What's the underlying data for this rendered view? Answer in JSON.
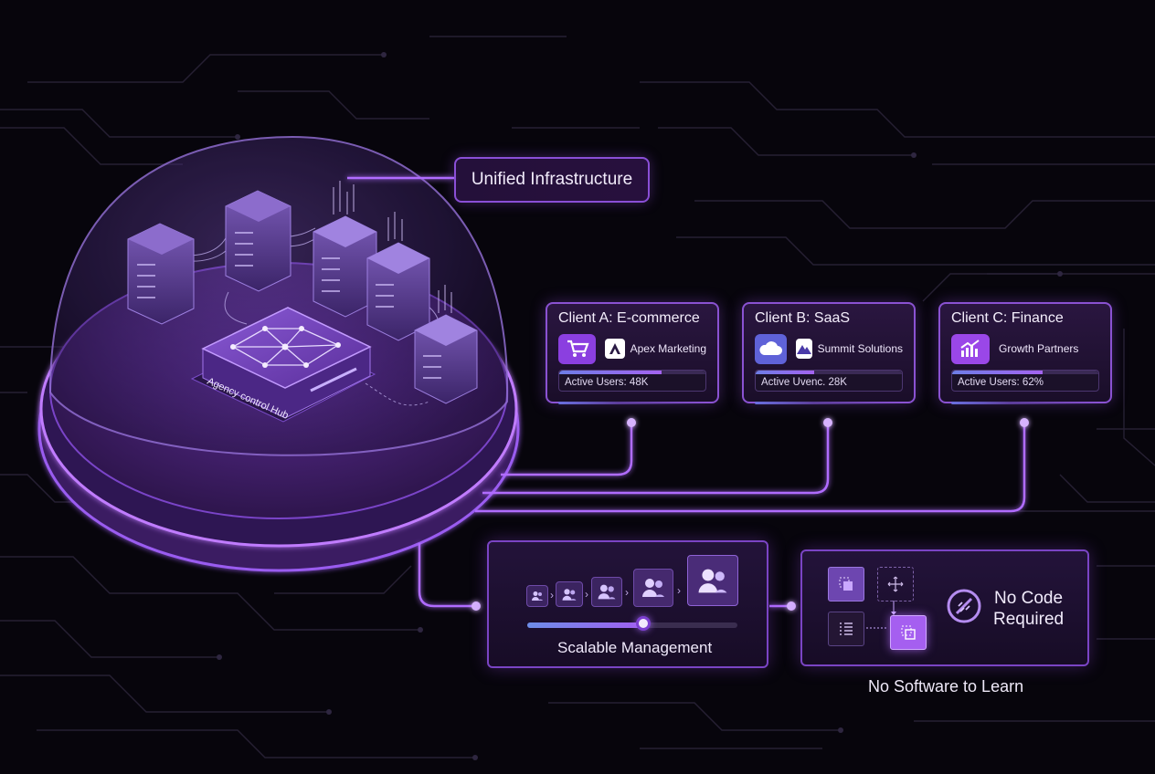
{
  "header": {
    "title": "Unified Infrastructure"
  },
  "hub": {
    "label": "Agency control Hub"
  },
  "clients": [
    {
      "title": "Client A: E-commerce",
      "app_icon": "shopping-cart-icon",
      "brand": "Apex Marketing",
      "brand_icon": "apex-logo-icon",
      "metric": "Active Users: 48K",
      "level": 0.7,
      "color": "#8b3fe0"
    },
    {
      "title": "Client B: SaaS",
      "app_icon": "cloud-icon",
      "brand": "Summit Solutions",
      "brand_icon": "mountain-logo-icon",
      "metric": "Active Uvenc. 28K",
      "level": 0.4,
      "color": "#5f62d8"
    },
    {
      "title": "Client C: Finance",
      "app_icon": "growth-chart-icon",
      "brand": "Growth Partners",
      "brand_icon": "",
      "metric": "Active Users: 62%",
      "level": 0.62,
      "color": "#9a47e8"
    }
  ],
  "scalable": {
    "label": "Scalable Management",
    "level": 0.55,
    "step_icon": "users-icon"
  },
  "nocode": {
    "line1": "No Code",
    "line2": "Required",
    "icon": "no-code-icon",
    "caption": "No Software to Learn"
  },
  "colors": {
    "accent": "#9a4cf0",
    "background": "#07050c",
    "line": "#b06cff"
  }
}
